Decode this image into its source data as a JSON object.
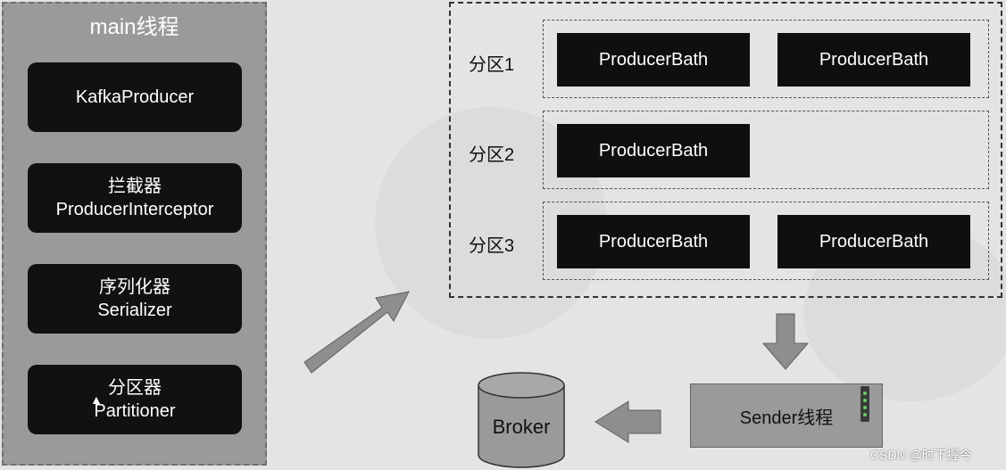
{
  "main_thread": {
    "title": "main线程",
    "components": [
      {
        "line1": "KafkaProducer",
        "line2": ""
      },
      {
        "line1": "拦截器",
        "line2": "ProducerInterceptor"
      },
      {
        "line1": "序列化器",
        "line2": "Serializer"
      },
      {
        "line1": "分区器",
        "line2": "Partitioner"
      }
    ]
  },
  "accumulator": {
    "partitions": [
      {
        "label": "分区1",
        "batches": [
          "ProducerBath",
          "ProducerBath"
        ]
      },
      {
        "label": "分区2",
        "batches": [
          "ProducerBath"
        ]
      },
      {
        "label": "分区3",
        "batches": [
          "ProducerBath",
          "ProducerBath"
        ]
      }
    ]
  },
  "sender": {
    "label": "Sender线程"
  },
  "broker": {
    "label": "Broker"
  },
  "watermark": "CSDN @时下握今",
  "colors": {
    "panel": "#9a9a9a",
    "box": "#111111",
    "background": "#e4e4e4"
  }
}
